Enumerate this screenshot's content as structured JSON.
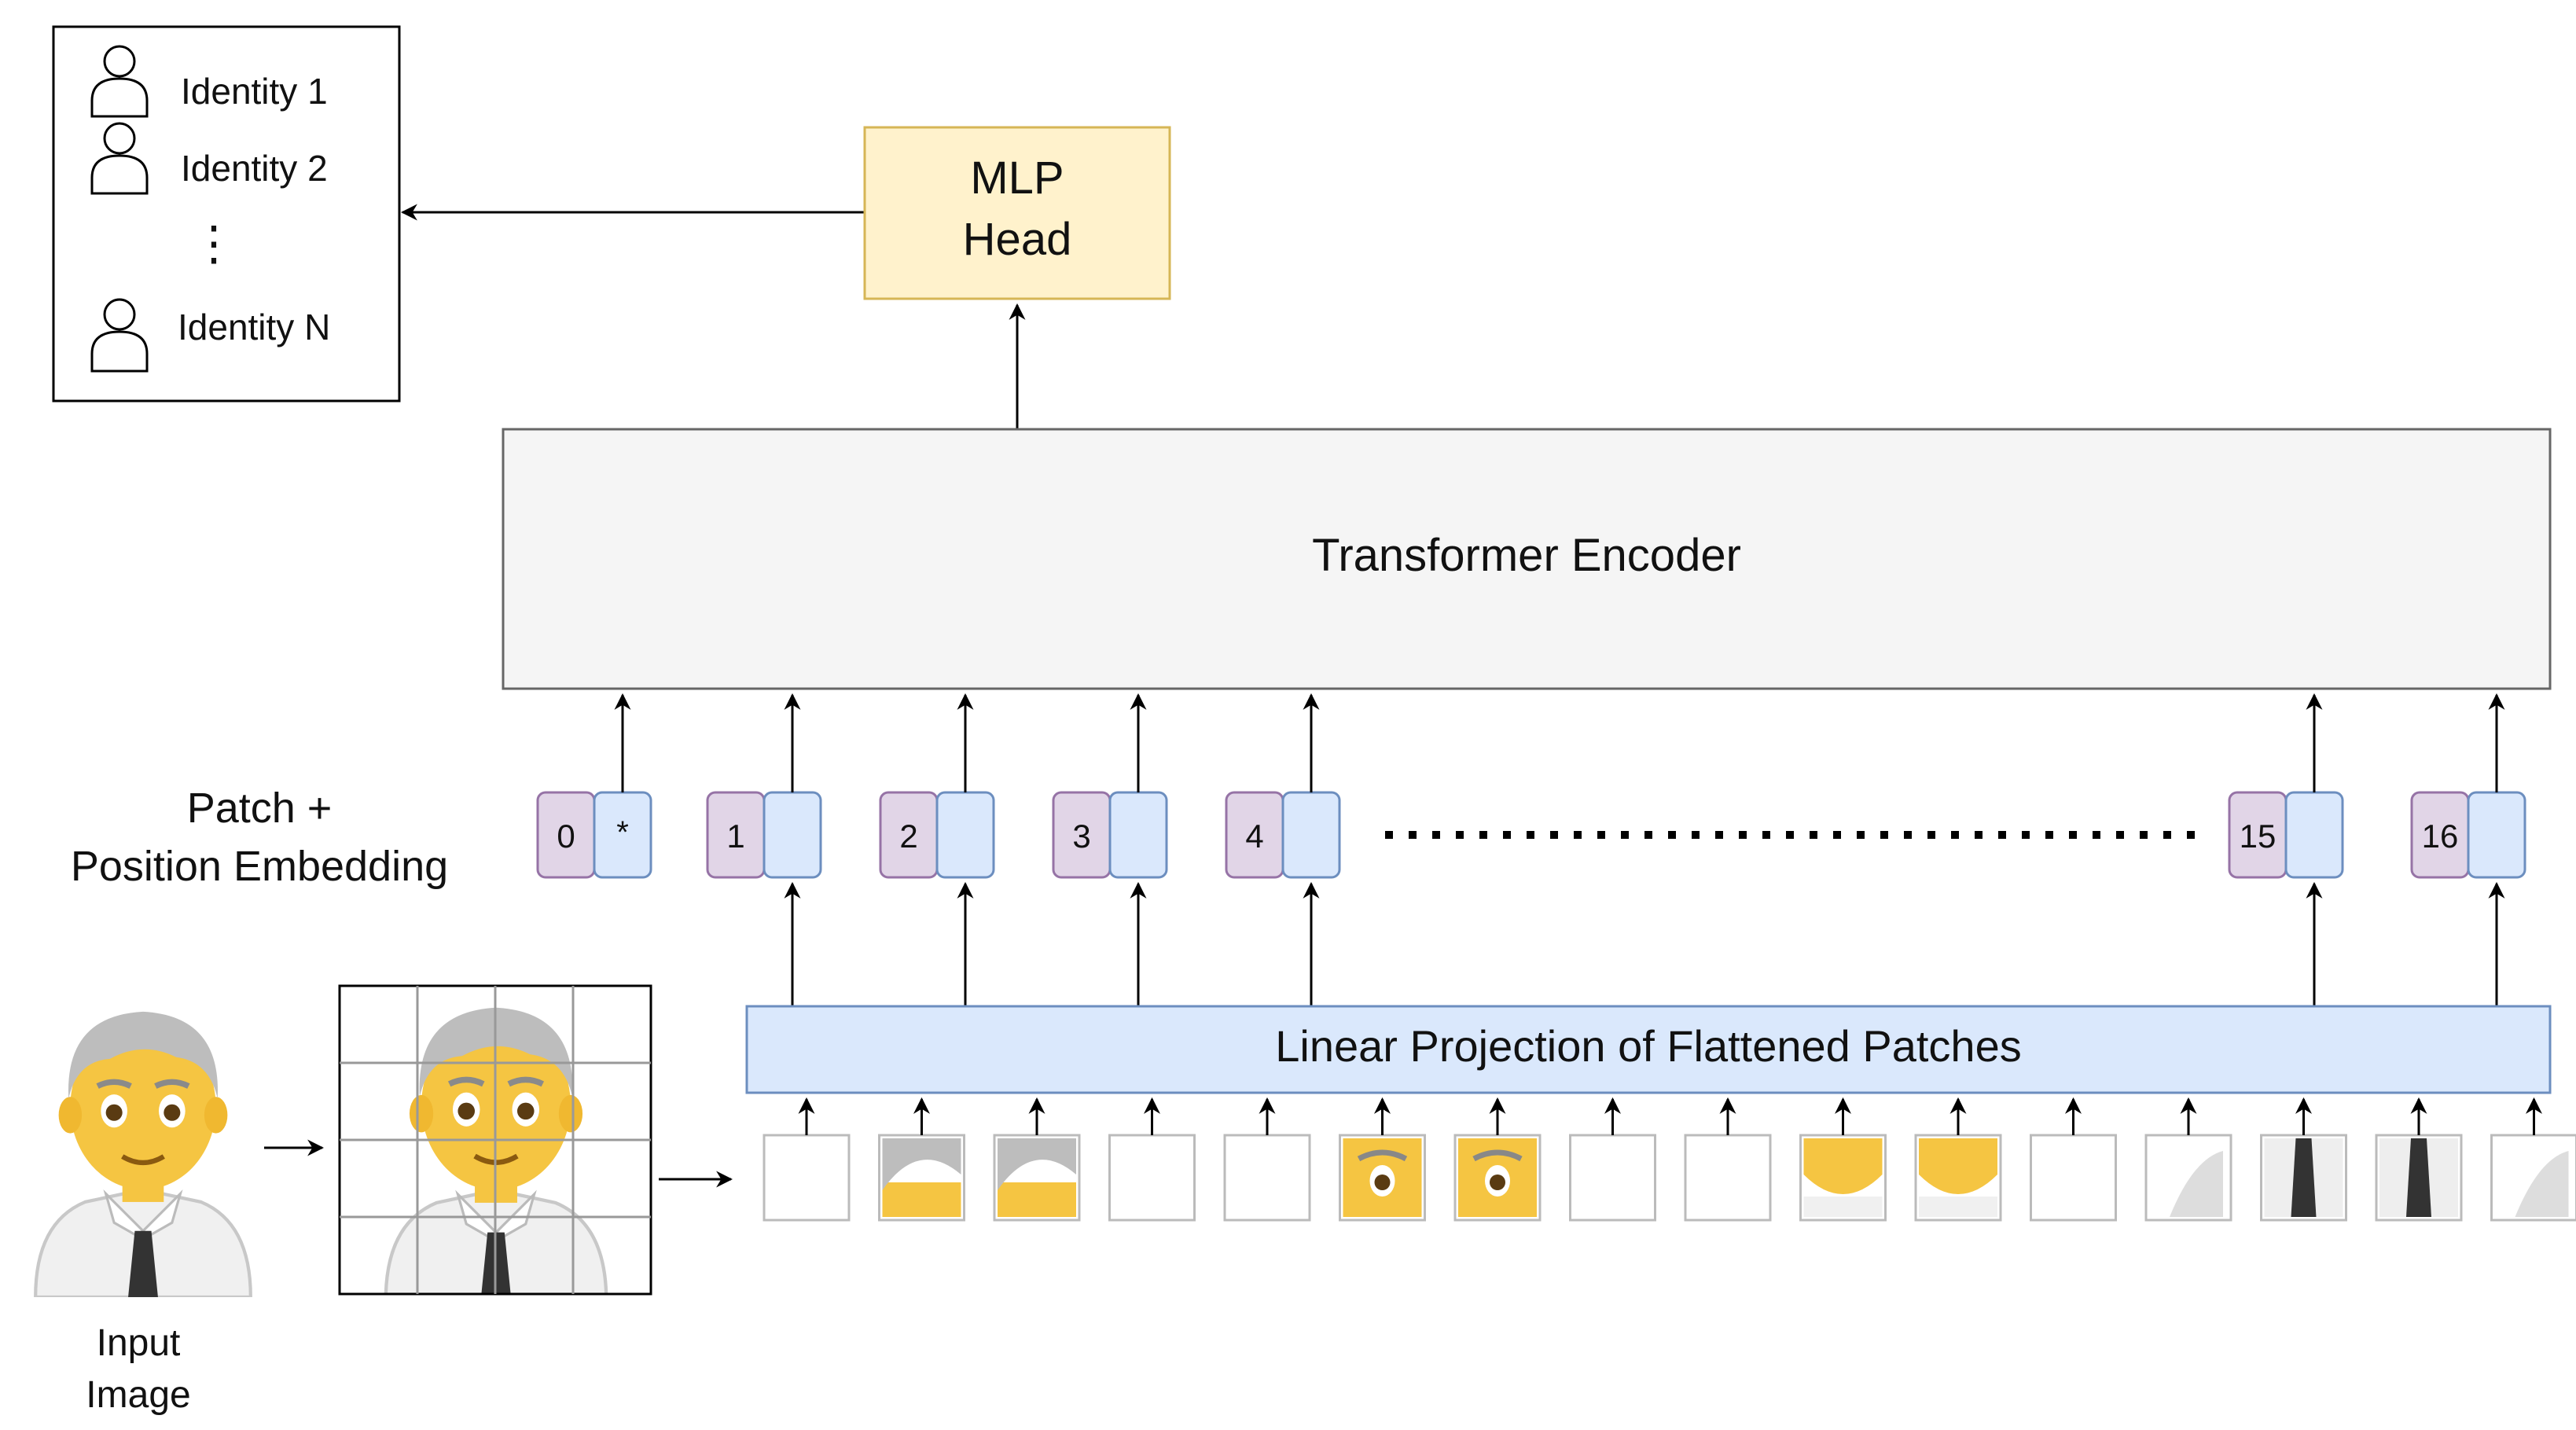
{
  "identity_box": {
    "items": [
      "Identity 1",
      "Identity 2",
      "Identity N"
    ],
    "ellipsis": "⋮"
  },
  "mlp_head": {
    "line1": "MLP",
    "line2": "Head"
  },
  "encoder": {
    "label": "Transformer Encoder"
  },
  "embedding_caption": {
    "line1": "Patch +",
    "line2": "Position Embedding"
  },
  "tokens": [
    {
      "pos": "0",
      "emb": "*"
    },
    {
      "pos": "1",
      "emb": ""
    },
    {
      "pos": "2",
      "emb": ""
    },
    {
      "pos": "3",
      "emb": ""
    },
    {
      "pos": "4",
      "emb": ""
    },
    {
      "pos": "15",
      "emb": ""
    },
    {
      "pos": "16",
      "emb": ""
    }
  ],
  "projection": {
    "label": "Linear Projection of Flattened Patches"
  },
  "input_caption": {
    "line1": "Input",
    "line2": "Image"
  },
  "patches_count": 16,
  "colors": {
    "mlp_fill": "#fff2cc",
    "mlp_stroke": "#d6b656",
    "encoder_fill": "#f5f5f5",
    "encoder_stroke": "#666666",
    "pos_fill": "#e1d5e7",
    "pos_stroke": "#9673a6",
    "emb_fill": "#dae8fc",
    "emb_stroke": "#6c8ebf",
    "skin": "#f5c542",
    "hair": "#bdbdbd",
    "shirt": "#f0f0f0",
    "tie": "#333333"
  }
}
